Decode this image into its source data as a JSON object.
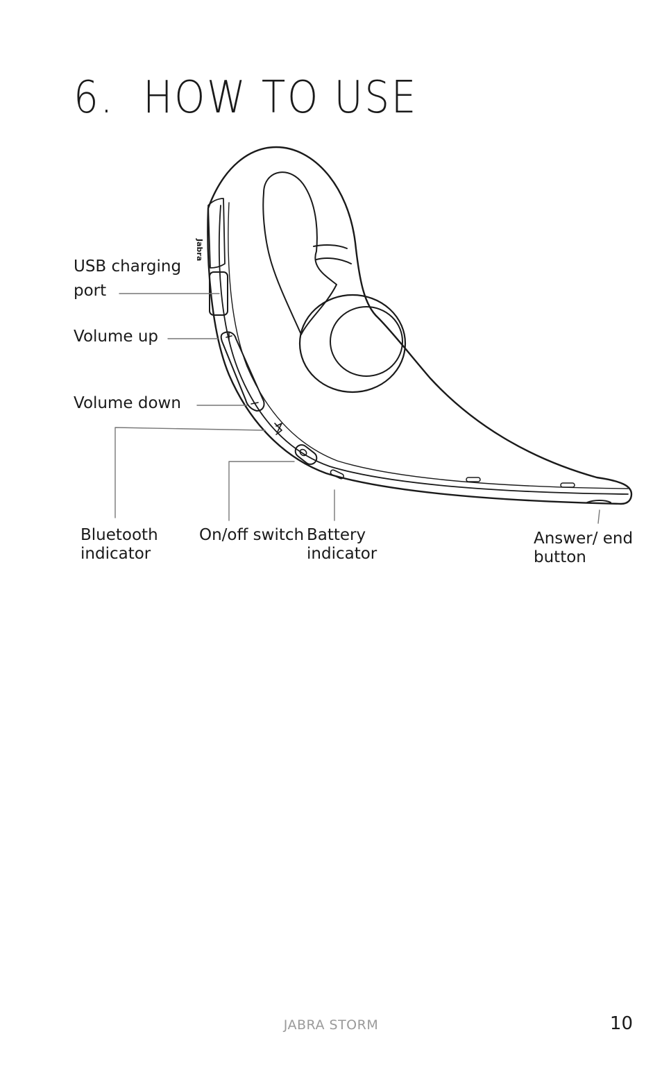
{
  "heading": {
    "number": "6.",
    "text": "HOW TO USE"
  },
  "labels": {
    "usb_line1": "USB charging",
    "usb_line2": "port",
    "volume_up": "Volume up",
    "volume_down": "Volume down",
    "bluetooth_line1": "Bluetooth",
    "bluetooth_line2": "indicator",
    "onoff": "On/off switch",
    "battery_line1": "Battery",
    "battery_line2": "indicator",
    "answer_line1": "Answer/ end",
    "answer_line2": "button"
  },
  "logo_text": "Jabra",
  "footer": {
    "brand": "JABRA STORM",
    "page": "10"
  }
}
